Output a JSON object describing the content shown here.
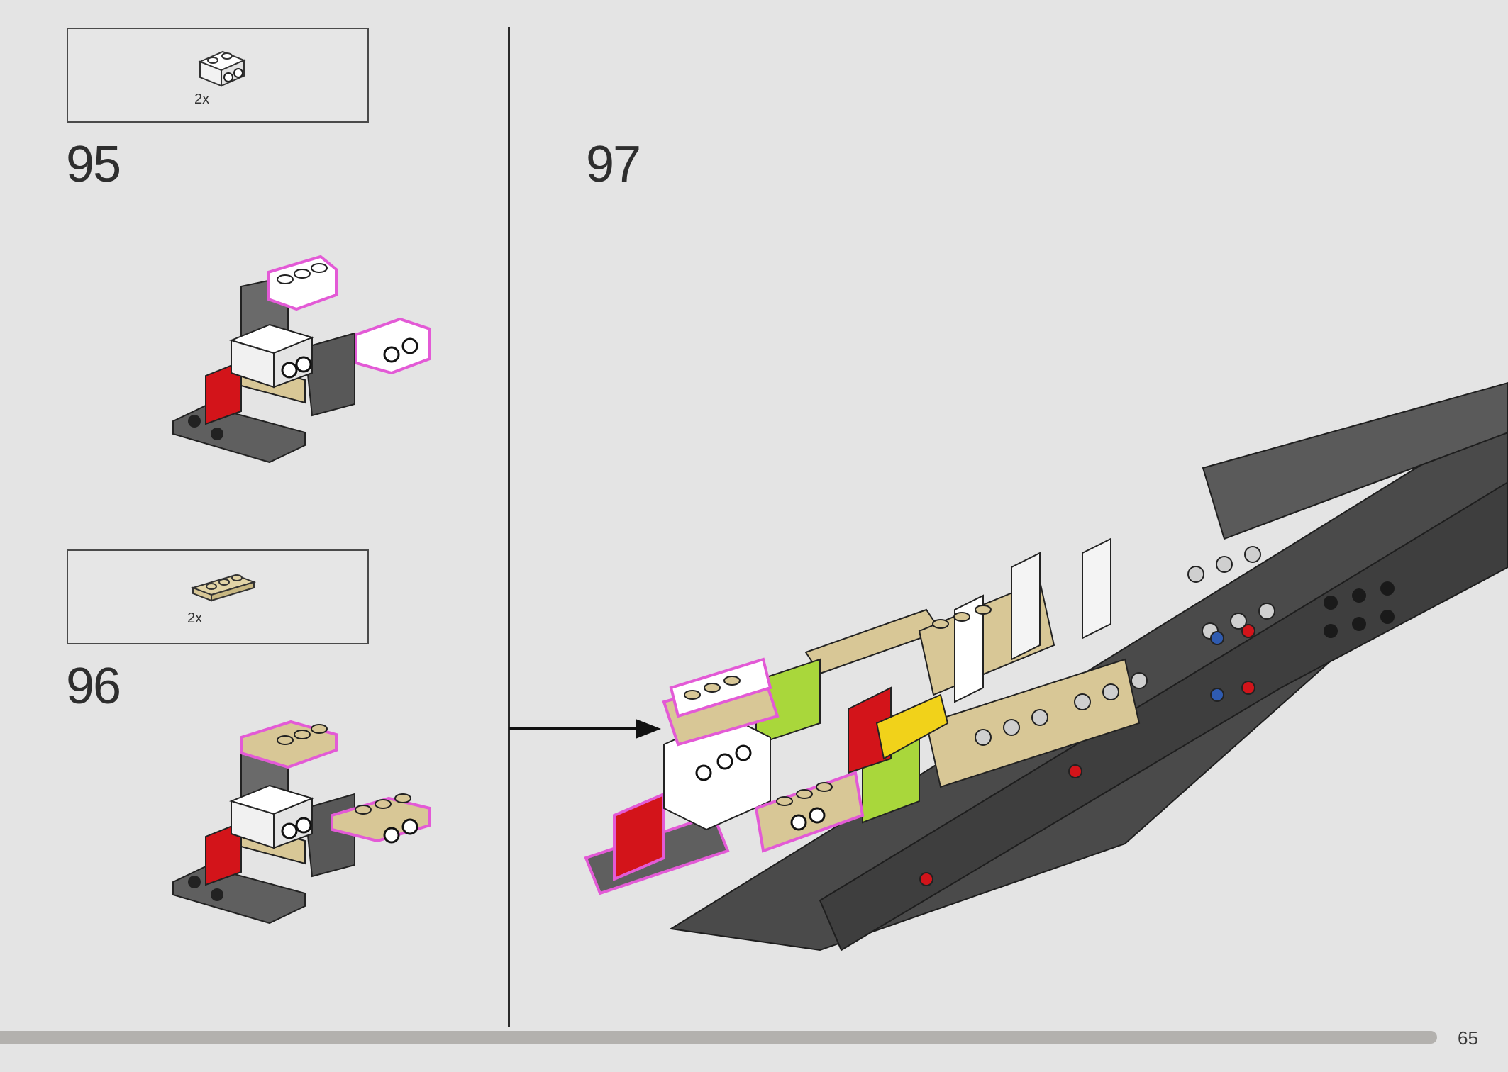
{
  "steps": [
    {
      "number": "95",
      "parts": [
        {
          "quantity": "2x",
          "color": "#ffffff",
          "shape": "brick-1x2-with-side-studs"
        }
      ]
    },
    {
      "number": "96",
      "parts": [
        {
          "quantity": "2x",
          "color": "#d8c796",
          "shape": "plate-1x3"
        }
      ]
    },
    {
      "number": "97"
    }
  ],
  "page_number": "65",
  "colors": {
    "background": "#e4e4e4",
    "highlight_outline": "#e35ad6",
    "dark_grey": "#595959",
    "red": "#d3141a",
    "tan": "#d8c796",
    "lime": "#a9d73b",
    "yellow": "#f1d21a",
    "white": "#ffffff"
  },
  "icons": [
    "arrow-right-icon"
  ]
}
